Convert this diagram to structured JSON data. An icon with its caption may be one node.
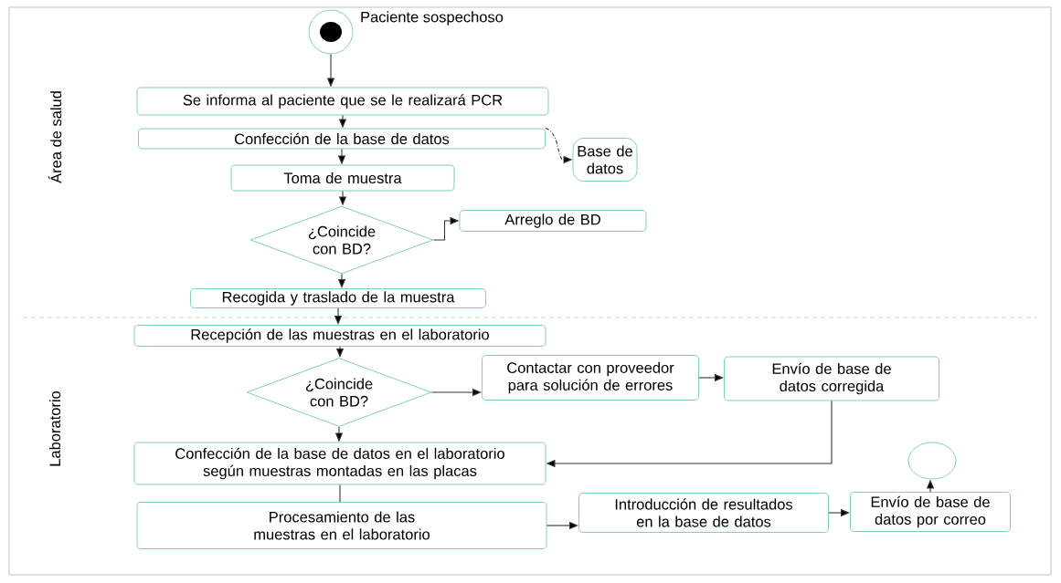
{
  "diagram": {
    "nodes": [
      {
        "text": [],
        "shape": "circle",
        "beside": [
          "Paciente sospechoso"
        ]
      },
      {
        "text": [
          "Se informa al paciente que se le realizará PCR"
        ]
      },
      {
        "text": [
          "Confección de la base de datos"
        ]
      },
      {
        "text": [
          "Base de datos"
        ]
      },
      {
        "text": [
          "Toma de muestra"
        ]
      },
      {
        "text": [
          "¿Coincide con BD?"
        ]
      },
      {
        "text": [
          "Arreglo de BD"
        ]
      },
      {
        "text": [
          "Recogida y traslado de la muestra"
        ]
      },
      {
        "text": [
          "Recepción de las muestras en el laboratorio"
        ]
      },
      {
        "text": [
          "¿Coincide con BD?"
        ]
      },
      {
        "text": [
          "Contactar con proveedor para solución de errores"
        ]
      },
      {
        "text": [
          "Envío de base de datos corregida"
        ]
      },
      {
        "text": [
          "Confección de la base de datos en el laboratorio según muestras montadas en las placas"
        ]
      },
      {
        "text": [
          "Procesamiento de las muestras en el laboratorio"
        ]
      },
      {
        "text": [
          "Introducción de resultados en la base de datos"
        ]
      },
      {
        "text": [
          "Envío de base de datos por correo"
        ]
      },
      {
        "text": [],
        "shape": "circle"
      }
    ],
    "edges": [
      {
        "from": 0,
        "to": 1,
        "arrow": "to"
      },
      {
        "from": 1,
        "to": 2,
        "arrow": "to"
      },
      {
        "from": 2,
        "to": 3,
        "arrow": "to",
        "style": "dashed"
      },
      {
        "from": 2,
        "to": 4,
        "arrow": "to"
      },
      {
        "from": 4,
        "to": 5,
        "arrow": "to"
      },
      {
        "from": 5,
        "to": 6,
        "arrow": "to"
      },
      {
        "from": 5,
        "to": 7,
        "arrow": "to"
      },
      {
        "from": 7,
        "to": 8,
        "arrow": "to"
      },
      {
        "from": 8,
        "to": 9,
        "arrow": "to"
      },
      {
        "from": 9,
        "to": 10,
        "arrow": "to"
      },
      {
        "from": 10,
        "to": 11,
        "arrow": "to"
      },
      {
        "from": 11,
        "to": 12,
        "arrow": "to"
      },
      {
        "from": 9,
        "to": 12,
        "arrow": "to"
      },
      {
        "from": 12,
        "to": 13,
        "arrow": "none"
      },
      {
        "from": 13,
        "to": 14,
        "arrow": "to"
      },
      {
        "from": 14,
        "to": 15,
        "arrow": "to"
      },
      {
        "from": 15,
        "to": 16,
        "arrow": "to"
      }
    ],
    "labels": [
      "Área de salud",
      "Laboratorio"
    ]
  }
}
